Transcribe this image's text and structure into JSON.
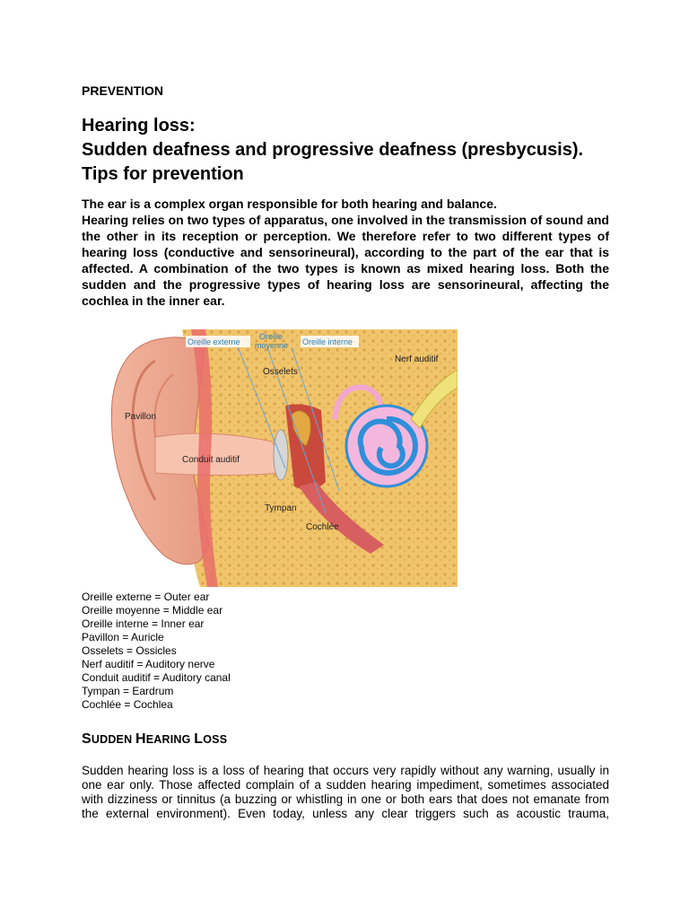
{
  "section_label": "PREVENTION",
  "title_lines": [
    "Hearing loss:",
    "Sudden deafness and progressive deafness (presbycusis).",
    "Tips for prevention"
  ],
  "intro_paragraphs": [
    "The ear is a complex organ responsible for both hearing and balance.",
    "Hearing relies on two types of apparatus, one involved in the transmission of sound and the other in its reception or perception. We therefore refer to two different types of hearing loss (conductive and sensorineural), according to the part of the ear that is affected. A combination of the two types is known as mixed hearing loss. Both the sudden and the progressive types of hearing loss are sensorineural, affecting the cochlea in the inner ear."
  ],
  "figure_labels": {
    "outer": "Oreille externe",
    "middle_1": "Oreille",
    "middle_2": "moyenne",
    "inner": "Oreille interne",
    "nerve": "Nerf auditif",
    "ossicles": "Osselets",
    "auricle": "Pavillon",
    "canal": "Conduit auditif",
    "eardrum": "Tympan",
    "cochlea": "Cochlée"
  },
  "legend": [
    "Oreille externe = Outer ear",
    "Oreille moyenne = Middle ear",
    "Oreille interne = Inner ear",
    "Pavillon = Auricle",
    "Osselets = Ossicles",
    "Nerf auditif = Auditory nerve",
    "Conduit auditif = Auditory canal",
    "Tympan = Eardrum",
    "Cochlée = Cochlea"
  ],
  "subheading": {
    "s_cap": "S",
    "s_rest": "UDDEN ",
    "h_cap": "H",
    "h_rest": "EARING ",
    "l_cap": "L",
    "l_rest": "OSS"
  },
  "body_paragraph": "Sudden hearing loss is a loss of hearing that occurs very rapidly without any warning, usually in one ear only. Those affected complain of a sudden hearing impediment, sometimes associated with dizziness or tinnitus (a buzzing or whistling in one or both ears that does not emanate from the external environment). Even today, unless any clear triggers such as acoustic trauma,"
}
